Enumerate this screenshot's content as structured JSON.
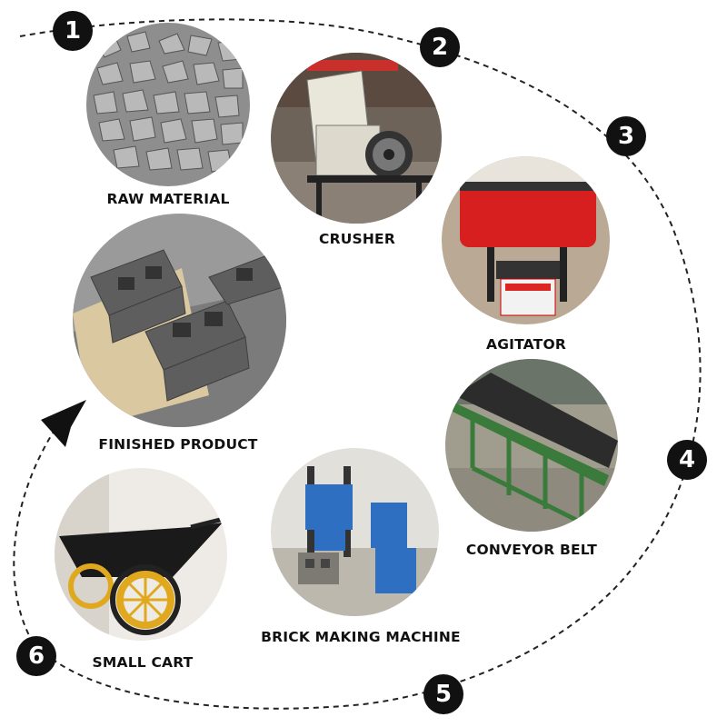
{
  "steps": [
    {
      "number": "1",
      "label": "RAW MATERIAL",
      "image": "gravel-photo"
    },
    {
      "number": "2",
      "label": "CRUSHER",
      "image": "hammer-crusher-photo"
    },
    {
      "number": "3",
      "label": "AGITATOR",
      "image": "pan-mixer-photo"
    },
    {
      "number": "4",
      "label": "CONVEYOR BELT",
      "image": "belt-conveyor-photo"
    },
    {
      "number": "5",
      "label": "BRICK MAKING MACHINE",
      "image": "block-machine-photo"
    },
    {
      "number": "6",
      "label": "SMALL CART",
      "image": "wheelbarrow-photo"
    }
  ],
  "final": {
    "label": "FINISHED PRODUCT",
    "image": "hollow-blocks-photo"
  },
  "colors": {
    "badge": "#111111",
    "text": "#111111",
    "path": "#222222"
  }
}
